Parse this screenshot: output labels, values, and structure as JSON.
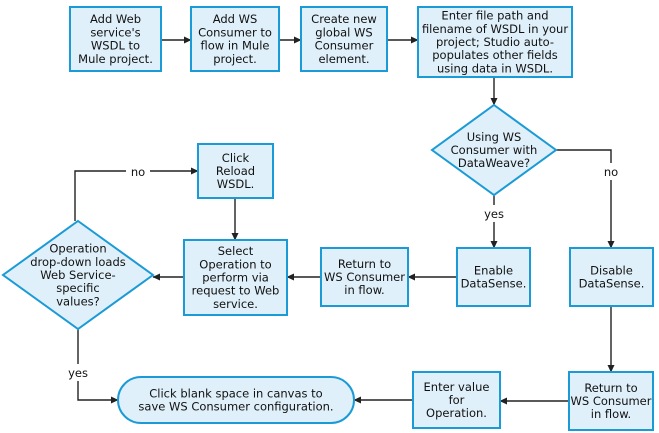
{
  "nodes": {
    "add_wsdl": [
      "Add Web",
      "service's",
      "WSDL to",
      "Mule project."
    ],
    "add_consumer": [
      "Add WS",
      "Consumer to",
      "flow in Mule",
      "project."
    ],
    "create_global": [
      "Create new",
      "global WS",
      "Consumer",
      "element."
    ],
    "enter_file": [
      "Enter file path and",
      "filename of WSDL in your",
      "project; Studio auto-",
      "populates other fields",
      "using data in WSDL."
    ],
    "using_dataweave": [
      "Using WS",
      "Consumer with",
      "DataWeave?"
    ],
    "enable_datasense": [
      "Enable",
      "DataSense."
    ],
    "disable_datasense": [
      "Disable",
      "DataSense."
    ],
    "return_left": [
      "Return to",
      "WS Consumer",
      "in flow."
    ],
    "select_operation": [
      "Select",
      "Operation to",
      "perform via",
      "request to Web",
      "service."
    ],
    "operation_loads": [
      "Operation",
      "drop-down loads",
      "Web Service-",
      "specific",
      "values?"
    ],
    "reload_wsdl": [
      "Click",
      "Reload",
      "WSDL."
    ],
    "return_right": [
      "Return to",
      "WS Consumer",
      "in flow."
    ],
    "enter_value": [
      "Enter value",
      "for",
      "Operation."
    ],
    "click_blank": [
      "Click blank space in canvas to",
      "save WS Consumer configuration."
    ]
  },
  "edge_labels": {
    "yes_dataweave": "yes",
    "no_dataweave": "no",
    "no_operation": "no",
    "yes_operation": "yes"
  },
  "colors": {
    "fill": "#dff0fa",
    "stroke": "#1a9ad6",
    "arrow": "#222222"
  }
}
